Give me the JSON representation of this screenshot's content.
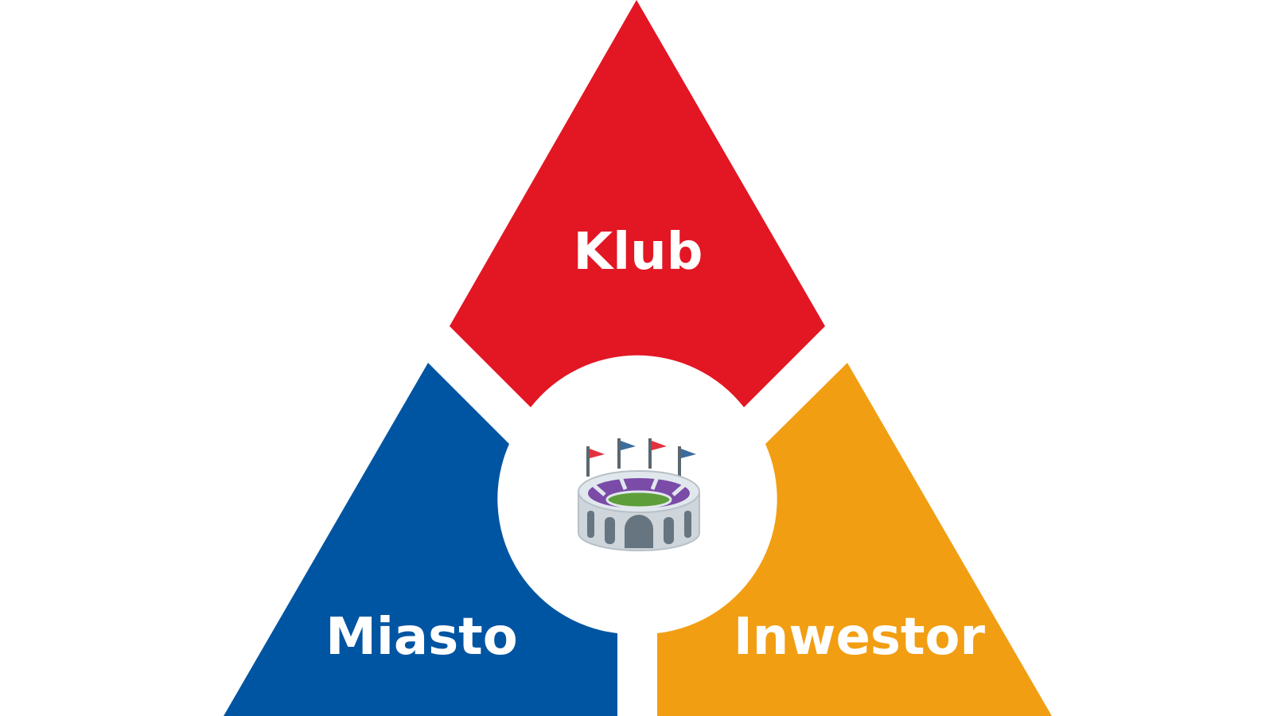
{
  "diagram": {
    "segments": [
      {
        "id": "klub",
        "label": "Klub",
        "color": "#E31624"
      },
      {
        "id": "miasto",
        "label": "Miasto",
        "color": "#0055A2"
      },
      {
        "id": "inwestor",
        "label": "Inwestor",
        "color": "#F29E13"
      }
    ],
    "center": {
      "icon": "stadium-icon",
      "background": "#FFFFFF"
    }
  }
}
